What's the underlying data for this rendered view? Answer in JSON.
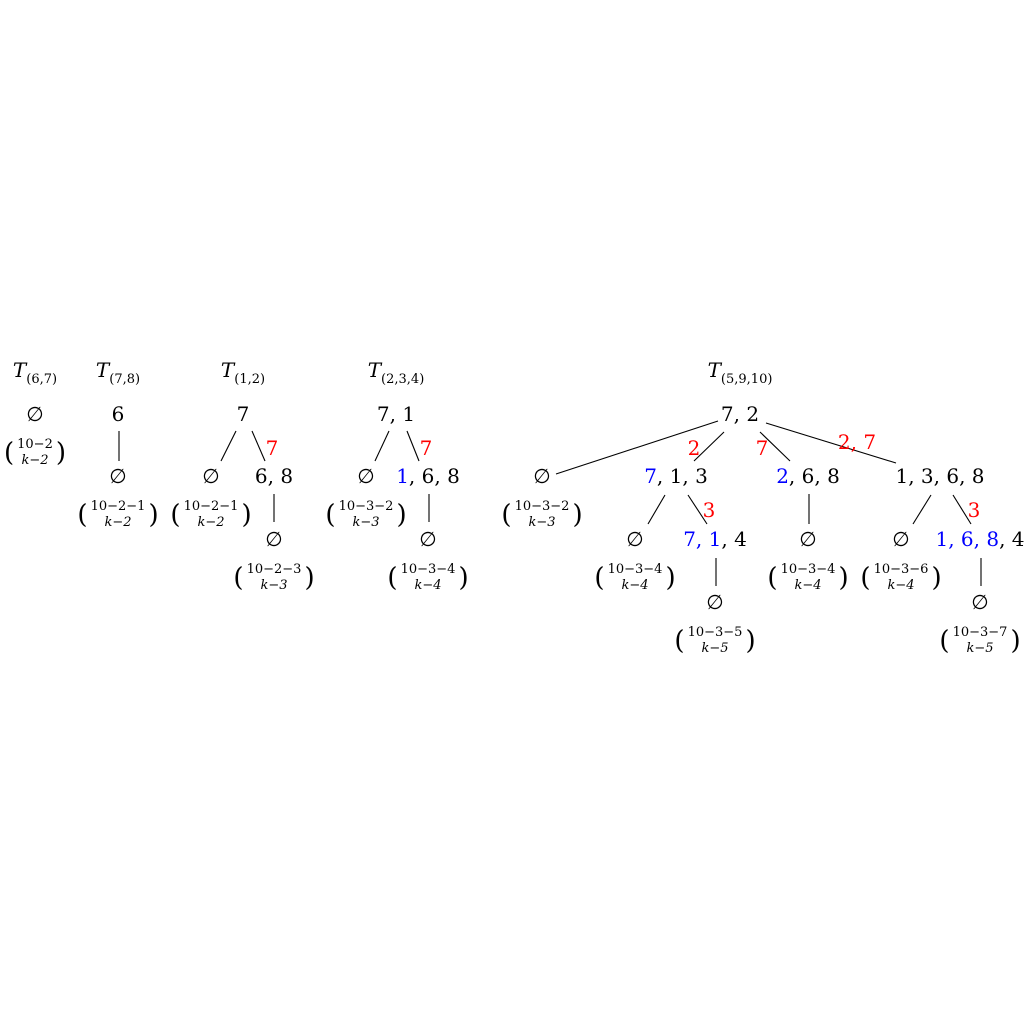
{
  "colors": {
    "black": "#000000",
    "red": "#ff0000",
    "blue": "#0000ff"
  },
  "trees": [
    {
      "title": {
        "main": "T",
        "sub": "(6,7)"
      },
      "nodes": [
        {
          "id": "r",
          "parts": [
            {
              "t": "∅"
            }
          ],
          "binom": {
            "top": "10−2",
            "bottom": "k−2"
          }
        }
      ],
      "edges": []
    },
    {
      "title": {
        "main": "T",
        "sub": "(7,8)"
      },
      "nodes": [
        {
          "id": "r",
          "parts": [
            {
              "t": "6"
            }
          ]
        },
        {
          "id": "a",
          "parts": [
            {
              "t": "∅"
            }
          ],
          "binom": {
            "top": "10−2−1",
            "bottom": "k−2"
          }
        }
      ],
      "edges": [
        {
          "from": "r",
          "to": "a",
          "style": "gray"
        }
      ]
    },
    {
      "title": {
        "main": "T",
        "sub": "(1,2)"
      },
      "nodes": [
        {
          "id": "r",
          "parts": [
            {
              "t": "7"
            }
          ]
        },
        {
          "id": "a",
          "parts": [
            {
              "t": "∅"
            }
          ],
          "binom": {
            "top": "10−2−1",
            "bottom": "k−2"
          }
        },
        {
          "id": "b",
          "parts": [
            {
              "t": "6, 8"
            }
          ]
        },
        {
          "id": "c",
          "parts": [
            {
              "t": "∅"
            }
          ],
          "binom": {
            "top": "10−2−3",
            "bottom": "k−3"
          }
        }
      ],
      "edges": [
        {
          "from": "r",
          "to": "a"
        },
        {
          "from": "r",
          "to": "b",
          "label": "7"
        },
        {
          "from": "b",
          "to": "c"
        }
      ]
    },
    {
      "title": {
        "main": "T",
        "sub": "(2,3,4)"
      },
      "nodes": [
        {
          "id": "r",
          "parts": [
            {
              "t": "7, 1"
            }
          ]
        },
        {
          "id": "a",
          "parts": [
            {
              "t": "∅"
            }
          ],
          "binom": {
            "top": "10−3−2",
            "bottom": "k−3"
          }
        },
        {
          "id": "b",
          "parts": [
            {
              "t": "1",
              "c": "blue"
            },
            {
              "t": ",  6, 8"
            }
          ]
        },
        {
          "id": "c",
          "parts": [
            {
              "t": "∅"
            }
          ],
          "binom": {
            "top": "10−3−4",
            "bottom": "k−4"
          }
        }
      ],
      "edges": [
        {
          "from": "r",
          "to": "a"
        },
        {
          "from": "r",
          "to": "b",
          "label": "7"
        },
        {
          "from": "b",
          "to": "c"
        }
      ]
    },
    {
      "title": {
        "main": "T",
        "sub": "(5,9,10)"
      },
      "nodes": [
        {
          "id": "r",
          "parts": [
            {
              "t": "7, 2"
            }
          ]
        },
        {
          "id": "n1",
          "parts": [
            {
              "t": "∅"
            }
          ],
          "binom": {
            "top": "10−3−2",
            "bottom": "k−3"
          }
        },
        {
          "id": "n2",
          "parts": [
            {
              "t": "7",
              "c": "blue"
            },
            {
              "t": ",  1, 3"
            }
          ]
        },
        {
          "id": "n3",
          "parts": [
            {
              "t": "2",
              "c": "blue"
            },
            {
              "t": ",  6, 8"
            }
          ]
        },
        {
          "id": "n4",
          "parts": [
            {
              "t": "1, 3, 6, 8"
            }
          ]
        },
        {
          "id": "m1",
          "parts": [
            {
              "t": "∅"
            }
          ],
          "binom": {
            "top": "10−3−4",
            "bottom": "k−4"
          }
        },
        {
          "id": "m2",
          "parts": [
            {
              "t": "7, 1",
              "c": "blue"
            },
            {
              "t": ",  4"
            }
          ]
        },
        {
          "id": "m3",
          "parts": [
            {
              "t": "∅"
            }
          ],
          "binom": {
            "top": "10−3−4",
            "bottom": "k−4"
          }
        },
        {
          "id": "m4",
          "parts": [
            {
              "t": "∅"
            }
          ],
          "binom": {
            "top": "10−3−6",
            "bottom": "k−4"
          }
        },
        {
          "id": "m5",
          "parts": [
            {
              "t": "1, 6, 8",
              "c": "blue"
            },
            {
              "t": ",  4"
            }
          ]
        },
        {
          "id": "p2",
          "parts": [
            {
              "t": "∅"
            }
          ],
          "binom": {
            "top": "10−3−5",
            "bottom": "k−5"
          }
        },
        {
          "id": "p5",
          "parts": [
            {
              "t": "∅"
            }
          ],
          "binom": {
            "top": "10−3−7",
            "bottom": "k−5"
          }
        }
      ],
      "edges": [
        {
          "from": "r",
          "to": "n1"
        },
        {
          "from": "r",
          "to": "n2",
          "label": "2"
        },
        {
          "from": "r",
          "to": "n3",
          "label": "7"
        },
        {
          "from": "r",
          "to": "n4",
          "label": "2, 7"
        },
        {
          "from": "n2",
          "to": "m1"
        },
        {
          "from": "n2",
          "to": "m2",
          "label": "3"
        },
        {
          "from": "n3",
          "to": "m3"
        },
        {
          "from": "n4",
          "to": "m4"
        },
        {
          "from": "n4",
          "to": "m5",
          "label": "3"
        },
        {
          "from": "m2",
          "to": "p2"
        },
        {
          "from": "m5",
          "to": "p5"
        }
      ]
    }
  ]
}
